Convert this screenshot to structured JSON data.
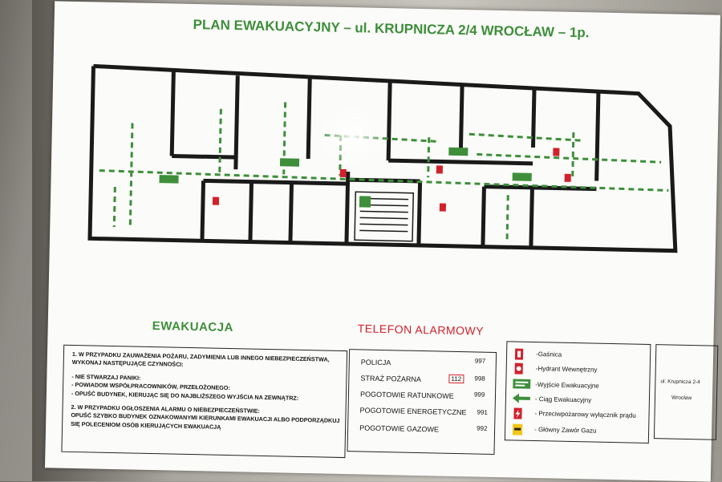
{
  "title": "PLAN EWAKUACYJNY – ul. KRUPNICZA 2/4 WROCŁAW – 1p.",
  "evacuation": {
    "heading": "EWAKUACJA",
    "instructions": [
      "1. W PRZYPADKU ZAUWAŻENIA POŻARU, ZADYMIENIA LUB INNEGO NIEBEZPIECZEŃSTWA, WYKONAJ NASTĘPUJĄCE CZYNNOŚCI:",
      "- NIE STWARZAJ PANIKI:",
      "- POWIADOM WSPÓŁPRACOWNIKÓW, PRZEŁOŻONEGO:",
      "- OPUŚĆ BUDYNEK, KIERUJĄC SIĘ DO NAJBLIŻSZEGO WYJŚCIA NA ZEWNĄTRZ:",
      "2. W PRZYPADKU OGŁOSZENIA ALARMU O NIEBEZPIECZEŃSTWIE:",
      "OPUŚĆ SZYBKO BUDYNEK OZNAKOWANYMI KIERUNKAMI EWAKUACJI ALBO PODPORZĄDKUJ SIĘ POLECENIOM OSÓB KIERUJĄCYCH EWAKUACJĄ"
    ]
  },
  "telefon": {
    "heading": "TELEFON ALARMOWY",
    "rows": [
      {
        "name": "POLICJA",
        "number": "997"
      },
      {
        "name": "STRAŻ POŻARNA",
        "number": "998",
        "extra": "112"
      },
      {
        "name": "POGOTOWIE RATUNKOWE",
        "number": "999"
      },
      {
        "name": "POGOTOWIE ENERGETYCZNE",
        "number": "991"
      },
      {
        "name": "POGOTOWIE GAZOWE",
        "number": "992"
      }
    ]
  },
  "legend": {
    "items": [
      {
        "icon": "fire-extinguisher-icon",
        "label": "-Gaśnica"
      },
      {
        "icon": "fire-hydrant-icon",
        "label": "-Hydrant Wewnętrzny"
      },
      {
        "icon": "emergency-exit-icon",
        "label": "-Wyjście Ewakuacyjne"
      },
      {
        "icon": "evacuation-route-arrow-icon",
        "label": "- Ciąg Ewakuacyjny"
      },
      {
        "icon": "fire-switch-icon",
        "label": "- Przeciwpożarowy wyłącznik prądu"
      },
      {
        "icon": "gas-valve-icon",
        "label": "- Główny Zawór Gazu"
      }
    ]
  },
  "address": {
    "line1": "ul. Krupnicza 2-4",
    "line2": "Wrocław"
  },
  "colors": {
    "title_green": "#3e8e3a",
    "alarm_red": "#d1212b",
    "route_green": "#3e8e3a",
    "wall": "#1a1a1a"
  }
}
